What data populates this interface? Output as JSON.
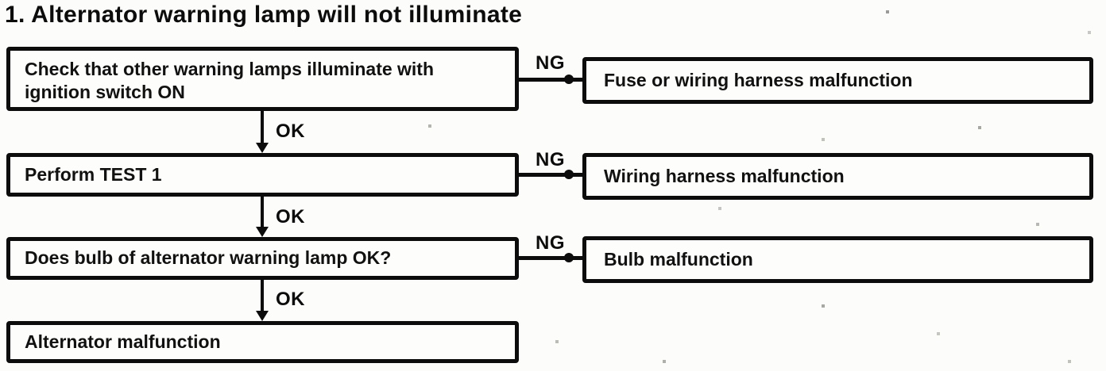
{
  "title": "1. Alternator warning lamp will not illuminate",
  "labels": {
    "ok": "OK",
    "ng": "NG"
  },
  "steps": [
    {
      "text": "Check that other warning lamps illuminate with ignition switch ON",
      "ng_result": "Fuse or wiring harness malfunction"
    },
    {
      "text": "Perform TEST 1",
      "ng_result": "Wiring harness malfunction"
    },
    {
      "text": "Does bulb of alternator warning lamp OK?",
      "ng_result": "Bulb malfunction"
    },
    {
      "text": "Alternator malfunction"
    }
  ],
  "colors": {
    "ink": "#0c0c0c",
    "paper": "#fcfcfa"
  }
}
